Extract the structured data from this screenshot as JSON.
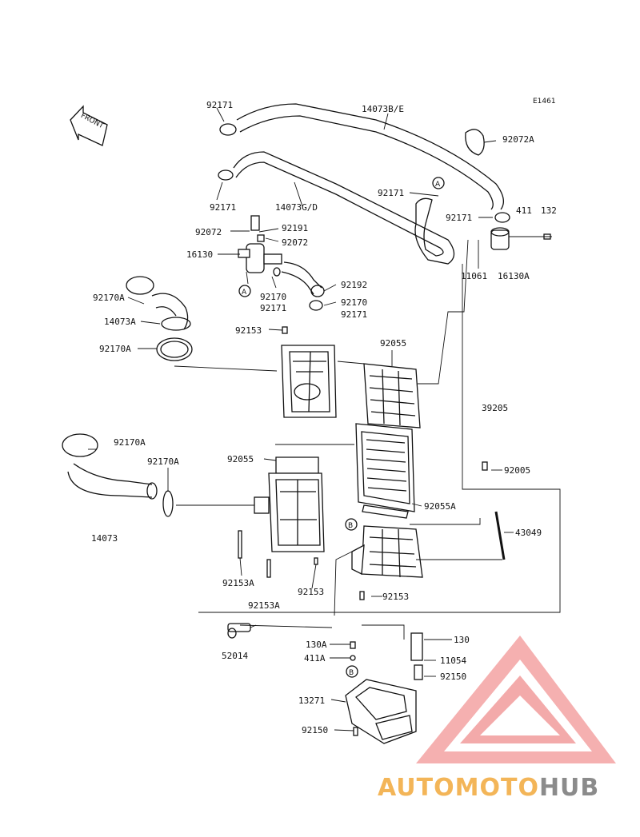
{
  "diagram_code": "E1461",
  "front_label": "FRONT",
  "ref_markers": {
    "a": "A",
    "b": "B"
  },
  "parts": {
    "p92171_tl": "92171",
    "p14073be": "14073B/E",
    "p92072a": "92072A",
    "p92171_ml": "92171",
    "p14073gd": "14073G/D",
    "p92171_a": "92171",
    "p92171_r": "92171",
    "p411": "411",
    "p132": "132",
    "p92072_l": "92072",
    "p92191": "92191",
    "p92072_r": "92072",
    "p16130": "16130",
    "p11061": "11061",
    "p16130a": "16130A",
    "p92192": "92192",
    "p92170a_1": "92170A",
    "p92170_m": "92170",
    "p92170_r": "92170",
    "p92171_m": "92171",
    "p92171_r2": "92171",
    "p14073a": "14073A",
    "p92170a_2": "92170A",
    "p92153": "92153",
    "p92055_t": "92055",
    "p39205": "39205",
    "p92170a_3": "92170A",
    "p92170a_4": "92170A",
    "p92055_l": "92055",
    "p92005": "92005",
    "p14073": "14073",
    "p92055a": "92055A",
    "p43049": "43049",
    "p92153a_1": "92153A",
    "p92153_b": "92153",
    "p92153_r": "92153",
    "p92153a_2": "92153A",
    "p52014": "52014",
    "p130a": "130A",
    "p411a": "411A",
    "p130": "130",
    "p11054": "11054",
    "p92150_r": "92150",
    "p13271": "13271",
    "p92150_b": "92150"
  },
  "watermark": {
    "part1": "AUTOMOTO",
    "part2": "HUB"
  },
  "colors": {
    "line": "#111111",
    "logo_red": "#e84a4a",
    "logo_pink": "#f4a3a3",
    "logo_orange": "#f2a93b",
    "logo_gray": "#777777"
  }
}
